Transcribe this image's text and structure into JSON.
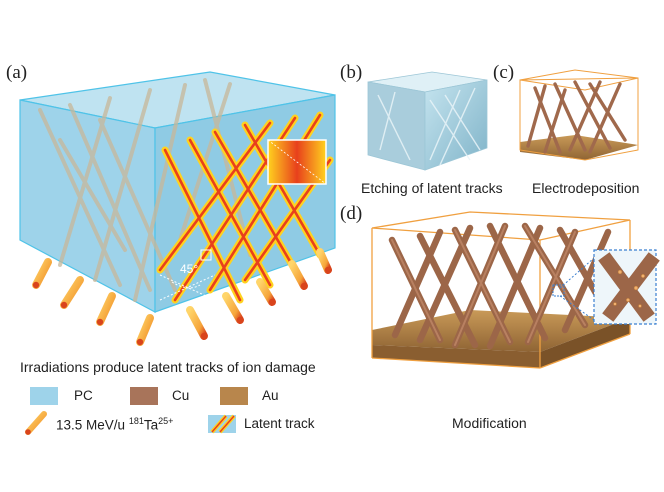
{
  "panels": {
    "a": {
      "letter": "(a)",
      "caption": "Irradiations produce latent tracks of ion damage",
      "angle_label": "45°"
    },
    "b": {
      "letter": "(b)",
      "caption": "Etching of latent tracks"
    },
    "c": {
      "letter": "(c)",
      "caption": "Electrodeposition"
    },
    "d": {
      "letter": "(d)",
      "caption": "Modification"
    }
  },
  "legend": {
    "pc": "PC",
    "cu": "Cu",
    "au": "Au",
    "ion_energy": "13.5 MeV/u",
    "ion_mass": "181",
    "ion_symbol": "Ta",
    "ion_charge": "25+",
    "latent_track": "Latent track"
  },
  "colors": {
    "pc": "#9ed3ea",
    "cu": "#a8745a",
    "au": "#b8864c",
    "track_red": "#e8401c",
    "track_yellow": "#ffd21f",
    "frame_cyan": "#4fc3e8",
    "frame_orange": "#f0a040",
    "inset_border": "#3a7fd0"
  }
}
